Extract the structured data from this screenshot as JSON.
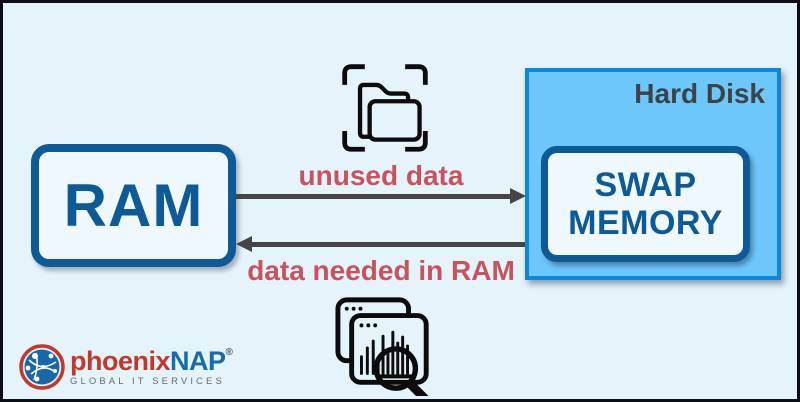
{
  "diagram": {
    "ram_box": {
      "label": "RAM"
    },
    "hard_disk": {
      "label": "Hard Disk"
    },
    "swap_box": {
      "line1": "SWAP",
      "line2": "MEMORY"
    },
    "flows": {
      "top_label": "unused data",
      "bottom_label": "data needed in RAM"
    }
  },
  "logo": {
    "brand_first": "phoenix",
    "brand_second": "NAP",
    "registered_mark": "®",
    "tagline": "GLOBAL IT SERVICES"
  },
  "icons": {
    "folder_scan": "folder-scan-icon",
    "data_search": "data-search-icon",
    "globe": "globe-icon"
  },
  "colors": {
    "background": "#e5f3fb",
    "outer_border": "#0b0e14",
    "box_border_blue": "#0d5a96",
    "box_fill": "#eef8fe",
    "hard_disk_fill": "#6dc7fb",
    "hard_disk_border": "#0e87d8",
    "hard_disk_text": "#3d4247",
    "arrow_gray": "#454545",
    "flow_label_red": "#c9525e",
    "logo_red": "#c0392b",
    "logo_blue": "#176ca9",
    "icon_black": "#0c0c0c"
  }
}
